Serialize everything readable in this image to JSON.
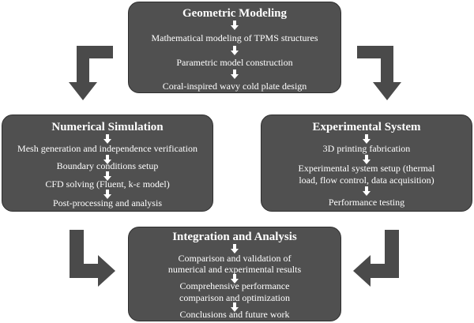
{
  "colors": {
    "box_fill": "#505050",
    "box_border": "#2f2f2f",
    "text": "#ffffff",
    "connector": "#4a4a4a"
  },
  "boxes": {
    "geometric": {
      "title": "Geometric Modeling",
      "items": [
        "Mathematical modeling of TPMS structures",
        "Parametric model construction",
        "Coral-inspired wavy cold plate design"
      ]
    },
    "numerical": {
      "title": "Numerical Simulation",
      "items": [
        "Mesh generation and independence verification",
        "Boundary conditions setup",
        "CFD solving (Fluent, k-ε model)",
        "Post-processing and analysis"
      ]
    },
    "experimental": {
      "title": "Experimental System",
      "items": [
        "3D printing fabrication",
        "Experimental system setup (thermal",
        "load, flow control, data acquisition)",
        "Performance testing"
      ]
    },
    "integration": {
      "title": "Integration and Analysis",
      "items": [
        "Comparison and validation of",
        "numerical and experimental results",
        "Comprehensive performance",
        "comparison and optimization",
        "Conclusions and future work"
      ]
    }
  }
}
